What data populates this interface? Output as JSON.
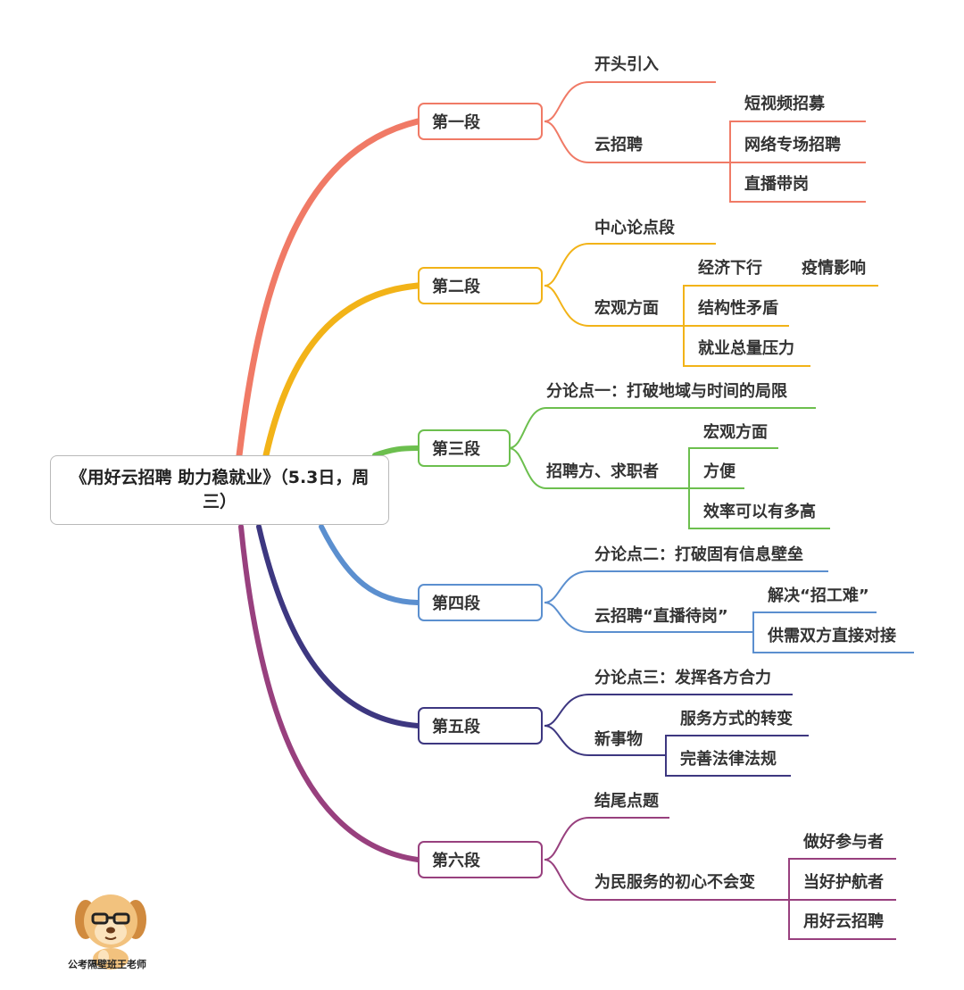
{
  "root": {
    "title": "《用好云招聘 助力稳就业》（5.3日，周三）"
  },
  "colors": {
    "s1": "#f07a66",
    "s2": "#f2b318",
    "s3": "#6cbf4e",
    "s4": "#5b8fcf",
    "s5": "#3d3780",
    "s6": "#98407e"
  },
  "sections": [
    {
      "label": "第一段",
      "children": [
        {
          "label": "开头引入"
        },
        {
          "label": "云招聘",
          "children": [
            "短视频招募",
            "网络专场招聘",
            "直播带岗"
          ]
        }
      ]
    },
    {
      "label": "第二段",
      "children": [
        {
          "label": "中心论点段"
        },
        {
          "label": "宏观方面",
          "children": [
            "经济下行",
            "疫情影响",
            "结构性矛盾",
            "就业总量压力"
          ]
        }
      ]
    },
    {
      "label": "第三段",
      "children": [
        {
          "label": "分论点一：打破地域与时间的局限"
        },
        {
          "label": "招聘方、求职者",
          "children": [
            "宏观方面",
            "方便",
            "效率可以有多高"
          ]
        }
      ]
    },
    {
      "label": "第四段",
      "children": [
        {
          "label": "分论点二：打破固有信息壁垒"
        },
        {
          "label": "云招聘“直播待岗”",
          "children": [
            "解决“招工难”",
            "供需双方直接对接"
          ]
        }
      ]
    },
    {
      "label": "第五段",
      "children": [
        {
          "label": "分论点三：发挥各方合力"
        },
        {
          "label": "新事物",
          "children": [
            "服务方式的转变",
            "完善法律法规"
          ]
        }
      ]
    },
    {
      "label": "第六段",
      "children": [
        {
          "label": "结尾点题"
        },
        {
          "label": "为民服务的初心不会变",
          "children": [
            "做好参与者",
            "当好护航者",
            "用好云招聘"
          ]
        }
      ]
    }
  ],
  "watermark": {
    "caption": "公考隔壁班王老师"
  }
}
